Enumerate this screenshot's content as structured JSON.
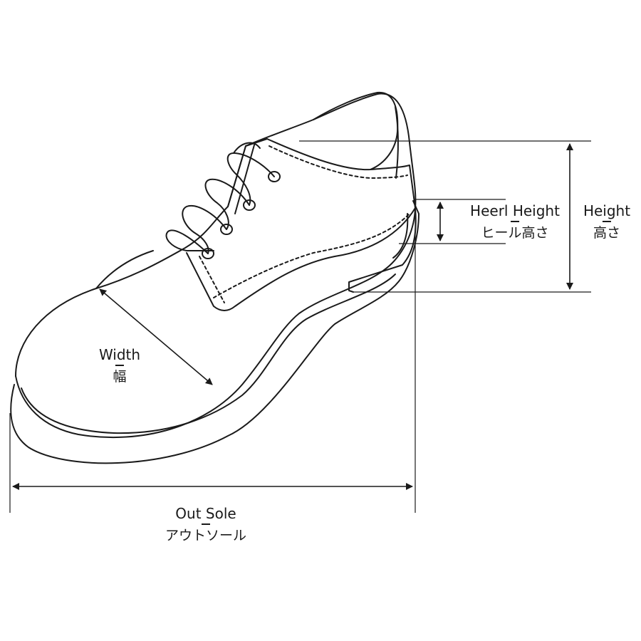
{
  "measurements": {
    "heel_height": {
      "en": "Heerl Height",
      "ja": "ヒール高さ"
    },
    "height": {
      "en": "Height",
      "ja": "高さ"
    },
    "width": {
      "en": "Width",
      "ja": "幅"
    },
    "out_sole": {
      "en": "Out Sole",
      "ja": "アウトソール"
    }
  },
  "colors": {
    "line": "#1a1a1a",
    "background": "#ffffff"
  }
}
